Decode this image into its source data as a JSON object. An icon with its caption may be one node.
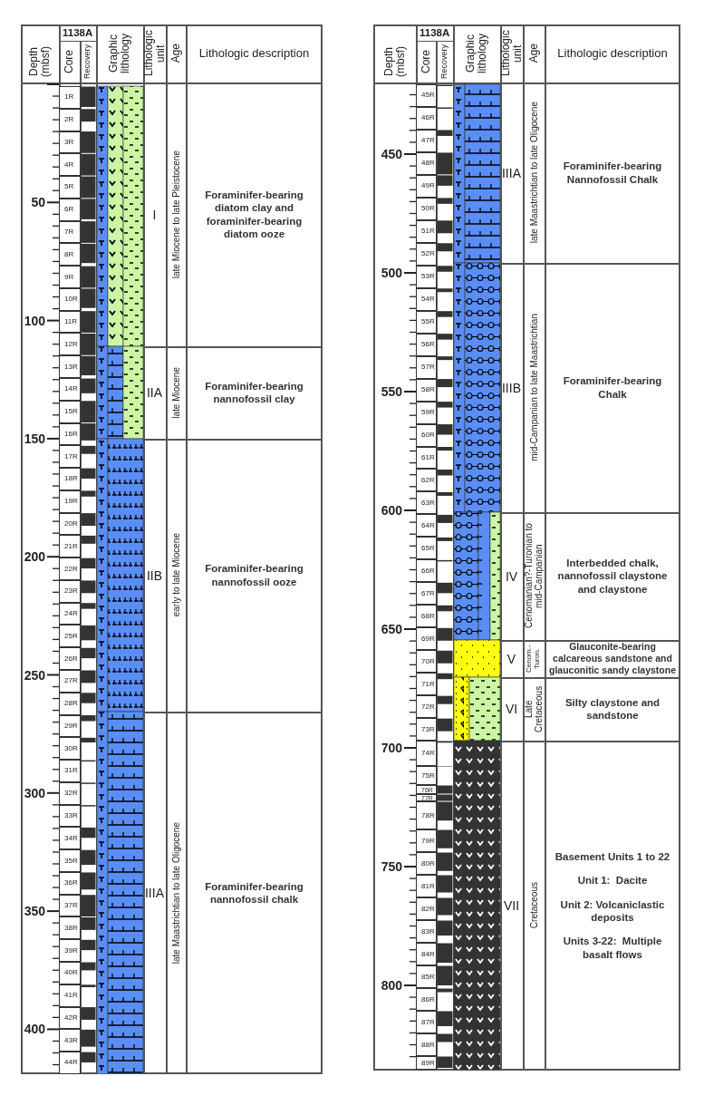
{
  "diagram": {
    "labels": [
      "Depth (mbsf)",
      "1138A",
      "Core",
      "Recovery",
      "Graphic lithology",
      "Lithologic unit",
      "Age",
      "Lithologic description",
      "50",
      "100",
      "150",
      "200",
      "250",
      "300",
      "350",
      "400",
      "1R",
      "2R",
      "3R",
      "4R",
      "5R",
      "6R",
      "7R",
      "8R",
      "9R",
      "10R",
      "11R",
      "12R",
      "13R",
      "14R",
      "15R",
      "16R",
      "17R",
      "18R",
      "19R",
      "20R",
      "21R",
      "22R",
      "23R",
      "24R",
      "25R",
      "26R",
      "27R",
      "28R",
      "29R",
      "30R",
      "31R",
      "32R",
      "33R",
      "34R",
      "35R",
      "36R",
      "37R",
      "38R",
      "39R",
      "40R",
      "41R",
      "42R",
      "43R",
      "44R",
      "I",
      "late Miocene to late Pleistocene",
      "Foraminifer-bearing diatom clay and foraminifer-bearing diatom ooze",
      "IIA",
      "late Miocene",
      "Foraminifer-bearing nannofossil clay",
      "IIB",
      "early to late Miocene",
      "Foraminifer-bearing nannofossil ooze",
      "IIIA",
      "late Maastrichtian to late Oligocene",
      "Foraminifer-bearing nannofossil chalk",
      "Depth (mbsf)",
      "1138A",
      "Core",
      "Recovery",
      "Graphic lithology",
      "Lithologic unit",
      "Age",
      "Lithologic description",
      "450",
      "500",
      "550",
      "600",
      "650",
      "700",
      "750",
      "800",
      "45R",
      "46R",
      "47R",
      "48R",
      "49R",
      "50R",
      "51R",
      "52R",
      "53R",
      "54R",
      "55R",
      "56R",
      "57R",
      "58R",
      "59R",
      "60R",
      "61R",
      "62R",
      "63R",
      "64R",
      "65R",
      "66R",
      "67R",
      "68R",
      "69R",
      "70R",
      "71R",
      "72R",
      "73R",
      "74R",
      "75R",
      "76R",
      "77R",
      "78R",
      "79R",
      "80R",
      "81R",
      "82R",
      "83R",
      "84R",
      "85R",
      "86R",
      "87R",
      "88R",
      "89R",
      "IIIA",
      "late Maastrichtian to late Oligocene",
      "Foraminifer-bearing Nannofossil Chalk",
      "IIIB",
      "mid-Campanian to late Maastrichtian",
      "Foraminifer-bearing Chalk",
      "IV",
      "Cenomanian?-Turonian to mid-Campanian",
      "Interbedded chalk, nannofossil claystone and claystone",
      "V",
      "Cenom.- Turon.",
      "Glauconite-bearing calcareous sandstone and glauconitic sandy claystone",
      "VI",
      "Late Cretaceous",
      "Silty claystone and sandstone",
      "VII",
      "Cretaceous",
      "Basement Units 1 to 22",
      "Unit 1:  Dacite",
      "Unit 2: Volcaniclastic deposits",
      "Units 3-22:  Multiple basalt flows"
    ]
  }
}
